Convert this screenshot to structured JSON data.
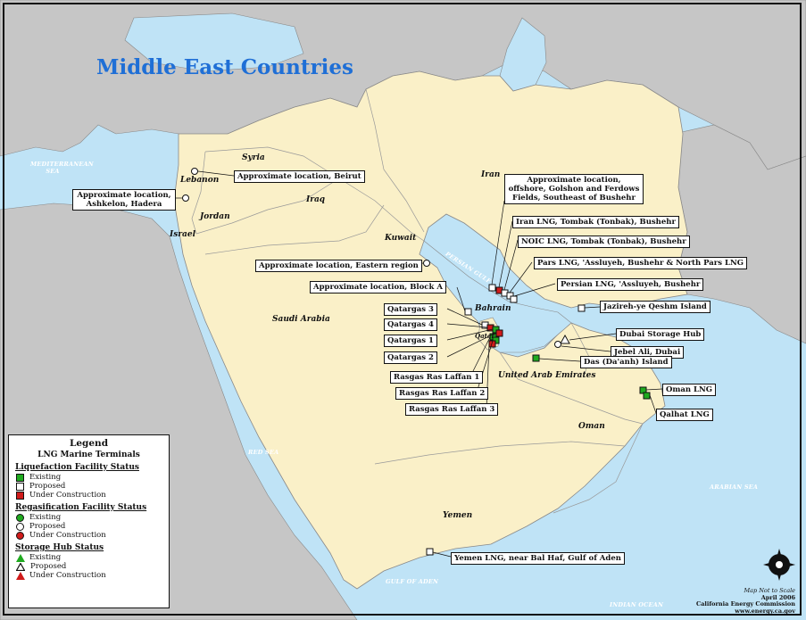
{
  "title": "Middle East Countries",
  "colors": {
    "sea": "#bfe3f6",
    "land_focus": "#faf0c8",
    "land_other": "#c6c6c6",
    "title": "#1f6fd6",
    "existing": "#1faa1f",
    "proposed": "#ffffff",
    "under_construction": "#d01b1b"
  },
  "countries": [
    {
      "name": "Syria"
    },
    {
      "name": "Lebanon"
    },
    {
      "name": "Iraq"
    },
    {
      "name": "Jordan"
    },
    {
      "name": "Israel"
    },
    {
      "name": "Kuwait"
    },
    {
      "name": "Iran"
    },
    {
      "name": "Saudi Arabia"
    },
    {
      "name": "Bahrain"
    },
    {
      "name": "Qatar"
    },
    {
      "name": "United Arab Emirates"
    },
    {
      "name": "Oman"
    },
    {
      "name": "Yemen"
    }
  ],
  "seas": [
    {
      "name": "MEDITERRANEAN SEA"
    },
    {
      "name": "PERSIAN GULF"
    },
    {
      "name": "RED SEA"
    },
    {
      "name": "ARABIAN SEA"
    },
    {
      "name": "GULF OF ADEN"
    },
    {
      "name": "INDIAN OCEAN"
    }
  ],
  "facilities": [
    {
      "label": "Approximate location, Beirut",
      "kind": "regas",
      "status": "proposed"
    },
    {
      "label": "Approximate location, Ashkelon, Hadera",
      "kind": "regas",
      "status": "proposed"
    },
    {
      "label": "Approximate location, offshore, Golshon and Ferdows Fields, Southeast of Bushehr",
      "kind": "liquefaction",
      "status": "proposed"
    },
    {
      "label": "Iran LNG, Tombak (Tonbak), Bushehr",
      "kind": "liquefaction",
      "status": "under_construction"
    },
    {
      "label": "NOIC LNG, Tombak (Tonbak), Bushehr",
      "kind": "liquefaction",
      "status": "proposed"
    },
    {
      "label": "Pars LNG, 'Assluyeh, Bushehr & North Pars LNG",
      "kind": "liquefaction",
      "status": "proposed"
    },
    {
      "label": "Persian LNG, 'Assluyeh, Bushehr",
      "kind": "liquefaction",
      "status": "proposed"
    },
    {
      "label": "Jazireh-ye Qeshm Island",
      "kind": "liquefaction",
      "status": "proposed"
    },
    {
      "label": "Approximate location, Eastern region",
      "kind": "regas",
      "status": "proposed"
    },
    {
      "label": "Approximate location, Block A",
      "kind": "liquefaction",
      "status": "proposed"
    },
    {
      "label": "Qatargas 3",
      "kind": "liquefaction",
      "status": "proposed"
    },
    {
      "label": "Qatargas 4",
      "kind": "liquefaction",
      "status": "under_construction"
    },
    {
      "label": "Qatargas 1",
      "kind": "liquefaction",
      "status": "existing"
    },
    {
      "label": "Qatargas 2",
      "kind": "liquefaction",
      "status": "under_construction"
    },
    {
      "label": "Rasgas Ras Laffan 1",
      "kind": "liquefaction",
      "status": "existing"
    },
    {
      "label": "Rasgas Ras Laffan 2",
      "kind": "liquefaction",
      "status": "existing"
    },
    {
      "label": "Rasgas Ras Laffan 3",
      "kind": "liquefaction",
      "status": "under_construction"
    },
    {
      "label": "Dubai Storage Hub",
      "kind": "storage",
      "status": "proposed"
    },
    {
      "label": "Jebel Ali, Dubai",
      "kind": "regas",
      "status": "proposed"
    },
    {
      "label": "Das (Da'anh) Island",
      "kind": "liquefaction",
      "status": "existing"
    },
    {
      "label": "Oman LNG",
      "kind": "liquefaction",
      "status": "existing"
    },
    {
      "label": "Qalhat LNG",
      "kind": "liquefaction",
      "status": "existing"
    },
    {
      "label": "Yemen LNG, near Bal Haf, Gulf of Aden",
      "kind": "liquefaction",
      "status": "proposed"
    }
  ],
  "legend": {
    "title": "Legend",
    "subtitle": "LNG Marine Terminals",
    "sections": [
      {
        "heading": "Liquefaction Facility Status",
        "shape": "square",
        "items": [
          {
            "label": "Existing",
            "status": "existing"
          },
          {
            "label": "Proposed",
            "status": "proposed"
          },
          {
            "label": "Under Construction",
            "status": "under_construction"
          }
        ]
      },
      {
        "heading": "Regasification Facility Status",
        "shape": "circle",
        "items": [
          {
            "label": "Existing",
            "status": "existing"
          },
          {
            "label": "Proposed",
            "status": "proposed"
          },
          {
            "label": "Under Construction",
            "status": "under_construction"
          }
        ]
      },
      {
        "heading": "Storage Hub Status",
        "shape": "triangle",
        "items": [
          {
            "label": "Existing",
            "status": "existing"
          },
          {
            "label": "Proposed",
            "status": "proposed"
          },
          {
            "label": "Under Construction",
            "status": "under_construction"
          }
        ]
      }
    ]
  },
  "credits": {
    "note": "Map Not to Scale",
    "date": "April 2006",
    "org": "California Energy Commission",
    "web": "www.energy.ca.gov"
  }
}
